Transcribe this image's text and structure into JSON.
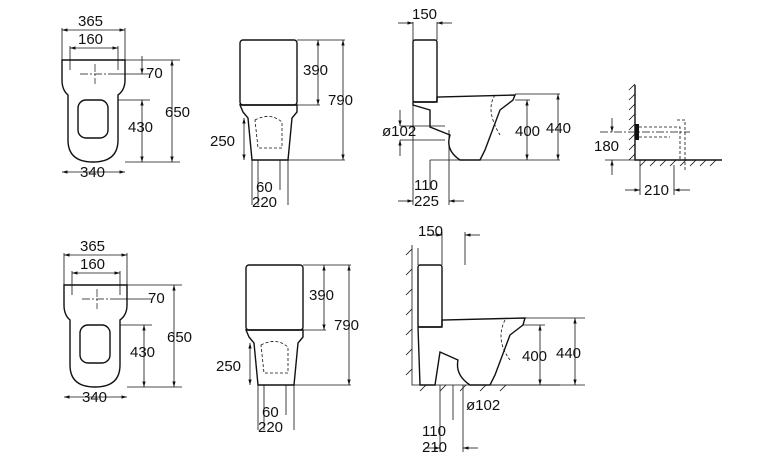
{
  "row1": {
    "top_view": {
      "overall_width": "365",
      "inner_width": "160",
      "offset": "70",
      "length": "650",
      "bowl_length": "430",
      "base_width": "340"
    },
    "front_view": {
      "tank_height": "390",
      "total_height": "790",
      "outlet_height": "250",
      "outlet_width": "60",
      "base_width": "220"
    },
    "side_view": {
      "tank_depth": "150",
      "pipe_diameter": "ø102",
      "seat_height": "400",
      "total_height": "440",
      "outlet_offset": "110",
      "base_depth": "225"
    },
    "wall_detail": {
      "outlet_height": "180",
      "wall_distance": "210"
    }
  },
  "row2": {
    "top_view": {
      "overall_width": "365",
      "inner_width": "160",
      "offset": "70",
      "length": "650",
      "bowl_length": "430",
      "base_width": "340"
    },
    "front_view": {
      "tank_height": "390",
      "total_height": "790",
      "outlet_height": "250",
      "outlet_width": "60",
      "base_width": "220"
    },
    "side_view": {
      "tank_depth": "150",
      "seat_height": "400",
      "total_height": "440",
      "pipe_diameter": "ø102",
      "outlet_offset": "110",
      "base_depth": "210"
    }
  }
}
